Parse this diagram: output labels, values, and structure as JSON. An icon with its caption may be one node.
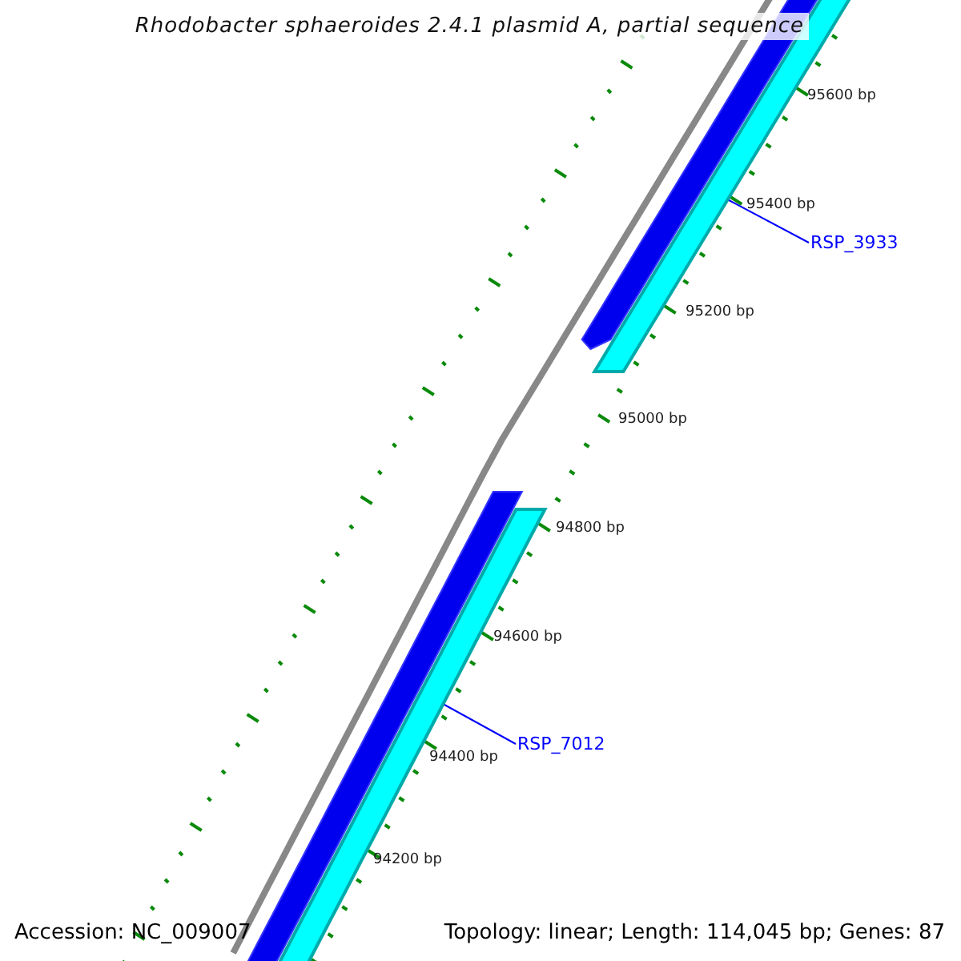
{
  "diagram": {
    "title": "Rhodobacter sphaeroides 2.4.1 plasmid A, partial sequence",
    "nodes": [
      {
        "text": [
          "RSP_3933"
        ]
      },
      {
        "text": [],
        "shape": "bar"
      },
      {
        "text": [
          "RSP_7012"
        ]
      },
      {
        "text": [],
        "shape": "bar"
      }
    ],
    "edges": [
      {
        "from": 0,
        "to": 1,
        "arrow": "none"
      },
      {
        "from": 2,
        "to": 3,
        "arrow": "none"
      }
    ],
    "labels": [
      "95600 bp",
      "95400 bp",
      "95200 bp",
      "95000 bp",
      "94800 bp",
      "94600 bp",
      "94400 bp",
      "94200 bp",
      "Accession: NC_009007",
      "Topology: linear; Length: 114,045 bp; Genes: 87"
    ]
  }
}
